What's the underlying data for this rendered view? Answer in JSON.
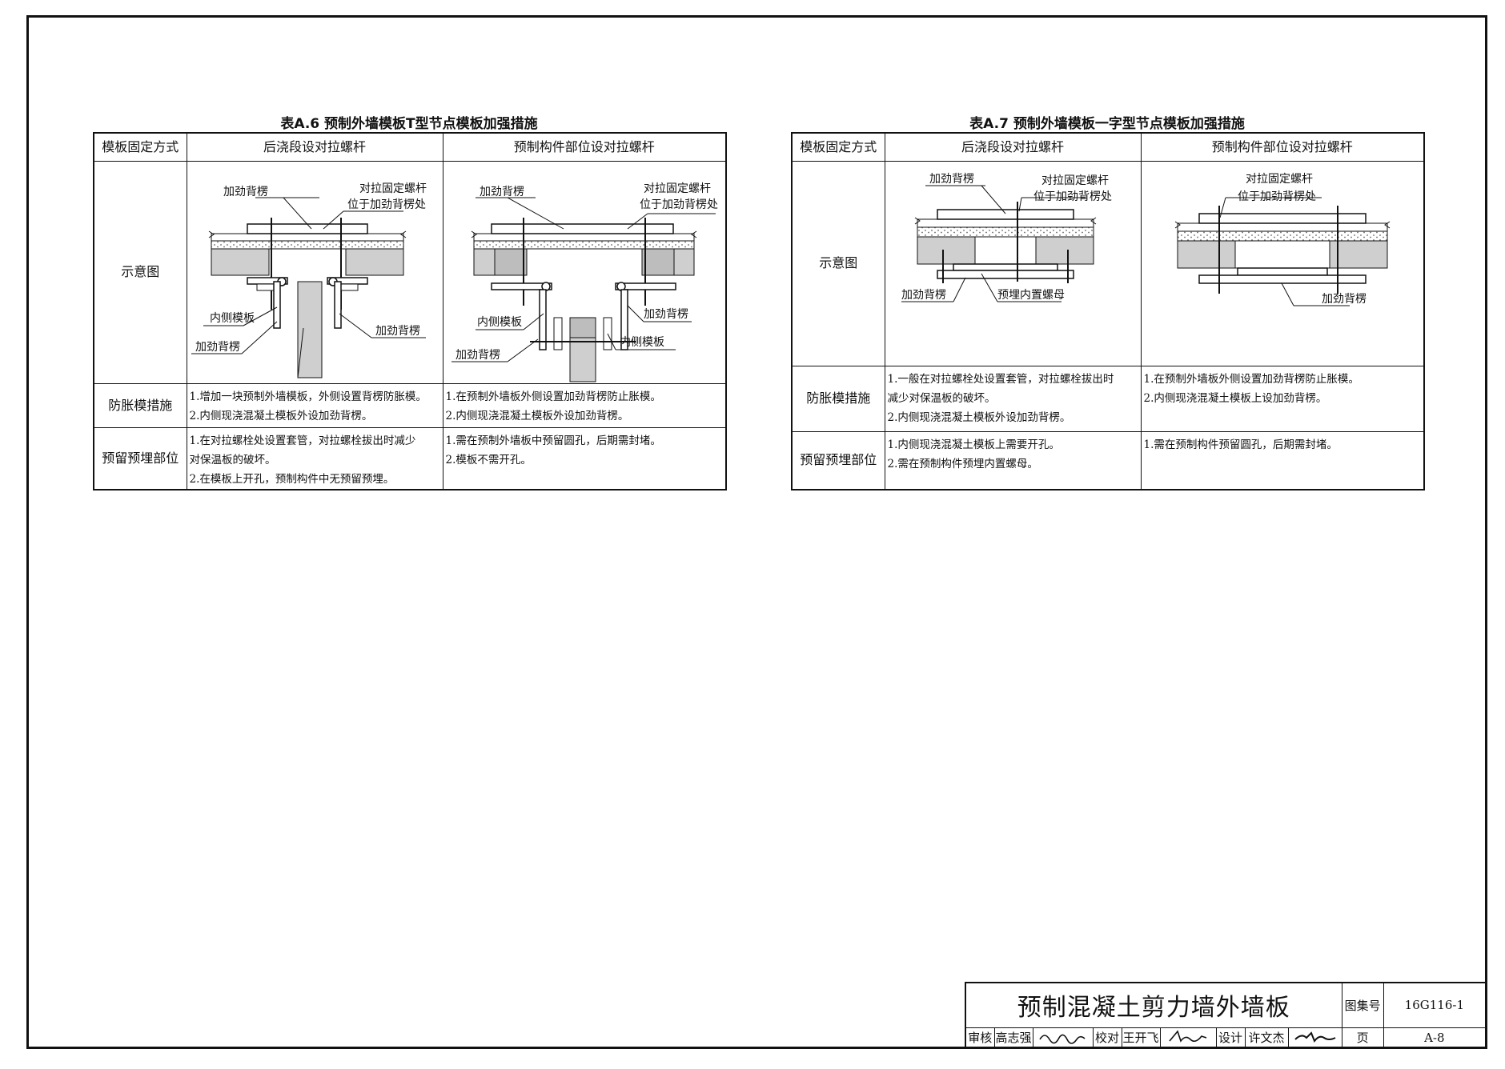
{
  "tables": [
    {
      "title": "表A.6  预制外墙模板T型节点模板加强措施",
      "header": [
        "模板固定方式",
        "后浇段设对拉螺杆",
        "预制构件部位设对拉螺杆"
      ],
      "rows": [
        {
          "label": "示意图"
        },
        {
          "label": "防胀模措施",
          "cells": [
            [
              "1.增加一块预制外墙模板，外侧设置背楞防胀模。",
              "2.内侧现浇混凝土模板外设加劲背楞。"
            ],
            [
              "1.在预制外墙板外侧设置加劲背楞防止胀模。",
              "2.内侧现浇混凝土模板外设加劲背楞。"
            ]
          ]
        },
        {
          "label": "预留预埋部位",
          "cells": [
            [
              "1.在对拉螺栓处设置套管，对拉螺栓拔出时减少",
              "对保温板的破坏。",
              "2.在模板上开孔，预制构件中无预留预埋。"
            ],
            [
              "1.需在预制外墙板中预留圆孔，后期需封堵。",
              "2.模板不需开孔。"
            ]
          ]
        }
      ],
      "diagram_labels": {
        "left": {
          "stiffener_top": "加劲背楞",
          "bolt_1": "对拉固定螺杆",
          "bolt_2": "位于加劲背楞处",
          "inner_form": "内侧模板",
          "stiffener_bottom": "加劲背楞",
          "stiffener_right": "加劲背楞"
        },
        "right": {
          "stiffener_top": "加劲背楞",
          "bolt_1": "对拉固定螺杆",
          "bolt_2": "位于加劲背楞处",
          "inner_form": "内侧模板",
          "stiffener_right": "加劲背楞",
          "inner_form_right": "内侧模板",
          "stiffener_bottom": "加劲背楞"
        }
      }
    },
    {
      "title": "表A.7  预制外墙模板一字型节点模板加强措施",
      "header": [
        "模板固定方式",
        "后浇段设对拉螺杆",
        "预制构件部位设对拉螺杆"
      ],
      "rows": [
        {
          "label": "示意图"
        },
        {
          "label": "防胀模措施",
          "cells": [
            [
              "1.一般在对拉螺栓处设置套管，对拉螺栓拔出时",
              "减少对保温板的破坏。",
              "2.内侧现浇混凝土模板外设加劲背楞。"
            ],
            [
              "1.在预制外墙板外侧设置加劲背楞防止胀模。",
              "2.内侧现浇混凝土模板上设加劲背楞。"
            ]
          ]
        },
        {
          "label": "预留预埋部位",
          "cells": [
            [
              "1.内侧现浇混凝土模板上需要开孔。",
              "2.需在预制构件预埋内置螺母。"
            ],
            [
              "1.需在预制构件预留圆孔，后期需封堵。"
            ]
          ]
        }
      ],
      "diagram_labels": {
        "left": {
          "stiffener_top": "加劲背楞",
          "bolt_1": "对拉固定螺杆",
          "bolt_2": "位于加劲背楞处",
          "stiffener_bottom": "加劲背楞",
          "nut": "预埋内置螺母"
        },
        "right": {
          "bolt_1": "对拉固定螺杆",
          "bolt_2": "位于加劲背楞处",
          "stiffener_bottom": "加劲背楞"
        }
      }
    }
  ],
  "title_block": {
    "drawing_title": "预制混凝土剪力墙外墙板",
    "atlas_label": "图集号",
    "atlas_no": "16G116-1",
    "page_label": "页",
    "page_no": "A-8",
    "review_label": "审核",
    "reviewer": "高志强",
    "check_label": "校对",
    "checker": "王开飞",
    "design_label": "设计",
    "designer": "许文杰"
  }
}
